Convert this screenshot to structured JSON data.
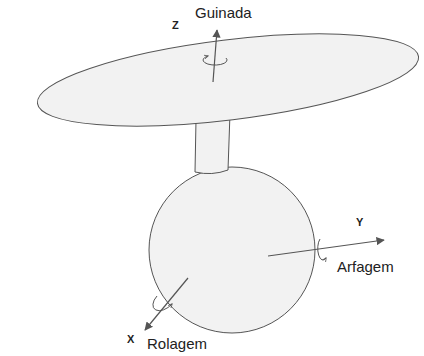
{
  "diagram": {
    "labels": [
      "Z",
      "Guinada",
      "Y",
      "Arfagem",
      "X",
      "Rolagem"
    ]
  }
}
